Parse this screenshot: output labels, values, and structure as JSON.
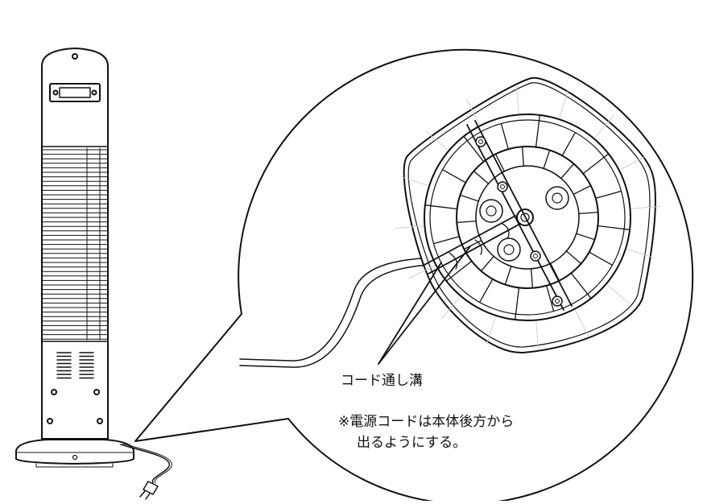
{
  "labels": {
    "groove": "コード通し溝",
    "note_line1": "※電源コードは本体後方から",
    "note_line2": "出るようにする。"
  },
  "colors": {
    "line": "#111111",
    "fill": "#ffffff",
    "light_line": "#cfcfcf",
    "bg": "#ffffff"
  }
}
